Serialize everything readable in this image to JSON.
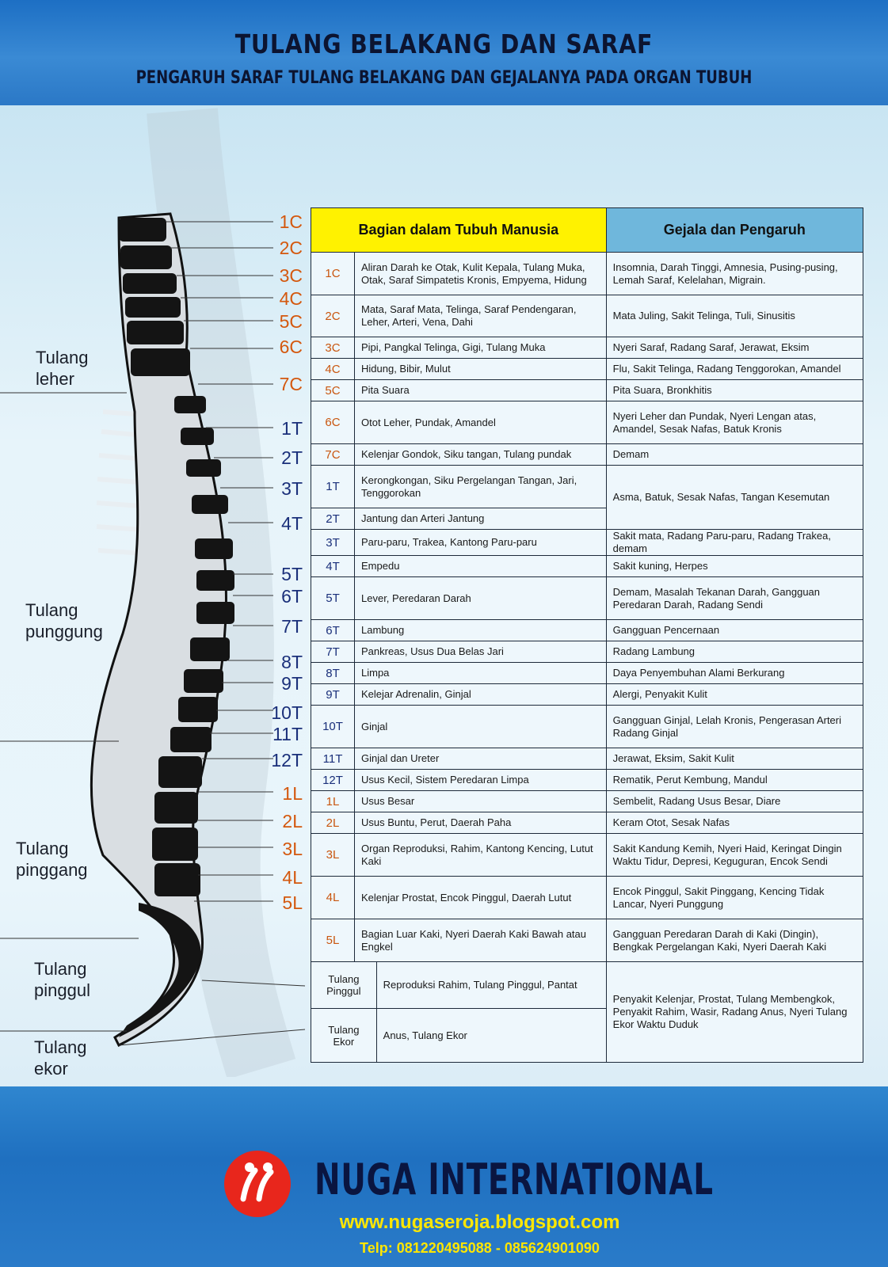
{
  "header": {
    "title": "TULANG BELAKANG DAN SARAF",
    "subtitle": "PENGARUH SARAF TULANG BELAKANG DAN GEJALANYA PADA ORGAN TUBUH"
  },
  "regions": {
    "neck": [
      "Tulang",
      "leher"
    ],
    "back": [
      "Tulang",
      "punggung"
    ],
    "waist": [
      "Tulang",
      "pinggang"
    ],
    "hip": [
      "Tulang",
      "pinggul"
    ],
    "tail": [
      "Tulang",
      "ekor"
    ]
  },
  "vertebra_labels": [
    "1C",
    "2C",
    "3C",
    "4C",
    "5C",
    "6C",
    "7C",
    "1T",
    "2T",
    "3T",
    "4T",
    "5T",
    "6T",
    "7T",
    "8T",
    "9T",
    "10T",
    "11T",
    "12T",
    "1L",
    "2L",
    "3L",
    "4L",
    "5L"
  ],
  "table": {
    "col1_header": "Bagian dalam Tubuh Manusia",
    "col2_header": "Gejala dan Pengaruh",
    "rows": [
      {
        "code": "1C",
        "part": "Aliran Darah ke Otak, Kulit Kepala, Tulang Muka, Otak, Saraf Simpatetis Kronis, Empyema, Hidung",
        "symptom": "Insomnia, Darah Tinggi, Amnesia, Pusing-pusing, Lemah Saraf, Kelelahan, Migrain."
      },
      {
        "code": "2C",
        "part": "Mata, Saraf Mata, Telinga, Saraf Pendengaran, Leher, Arteri, Vena, Dahi",
        "symptom": "Mata Juling, Sakit Telinga, Tuli, Sinusitis"
      },
      {
        "code": "3C",
        "part": "Pipi, Pangkal Telinga, Gigi, Tulang Muka",
        "symptom": "Nyeri Saraf, Radang Saraf, Jerawat, Eksim"
      },
      {
        "code": "4C",
        "part": "Hidung, Bibir, Mulut",
        "symptom": "Flu, Sakit Telinga, Radang Tenggorokan, Amandel"
      },
      {
        "code": "5C",
        "part": "Pita Suara",
        "symptom": "Pita Suara, Bronkhitis"
      },
      {
        "code": "6C",
        "part": "Otot Leher, Pundak, Amandel",
        "symptom": "Nyeri Leher dan Pundak, Nyeri Lengan atas, Amandel, Sesak Nafas, Batuk Kronis"
      },
      {
        "code": "7C",
        "part": "Kelenjar Gondok, Siku tangan, Tulang pundak",
        "symptom": "Demam"
      },
      {
        "code": "1T",
        "part": "Kerongkongan, Siku Pergelangan Tangan, Jari, Tenggorokan",
        "symptom": "Asma, Batuk, Sesak Nafas, Tangan Kesemutan"
      },
      {
        "code": "2T",
        "part": "Jantung dan Arteri Jantung",
        "symptom": ""
      },
      {
        "code": "3T",
        "part": "Paru-paru, Trakea, Kantong Paru-paru",
        "symptom": "Sakit mata, Radang Paru-paru, Radang Trakea, demam"
      },
      {
        "code": "4T",
        "part": "Empedu",
        "symptom": "Sakit kuning, Herpes"
      },
      {
        "code": "5T",
        "part": "Lever, Peredaran Darah",
        "symptom": "Demam, Masalah Tekanan Darah, Gangguan Peredaran Darah, Radang Sendi"
      },
      {
        "code": "6T",
        "part": "Lambung",
        "symptom": "Gangguan Pencernaan"
      },
      {
        "code": "7T",
        "part": "Pankreas, Usus Dua Belas Jari",
        "symptom": "Radang Lambung"
      },
      {
        "code": "8T",
        "part": "Limpa",
        "symptom": "Daya Penyembuhan Alami Berkurang"
      },
      {
        "code": "9T",
        "part": "Kelejar Adrenalin, Ginjal",
        "symptom": "Alergi, Penyakit Kulit"
      },
      {
        "code": "10T",
        "part": "Ginjal",
        "symptom": "Gangguan Ginjal, Lelah Kronis, Pengerasan Arteri Radang Ginjal"
      },
      {
        "code": "11T",
        "part": "Ginjal dan Ureter",
        "symptom": "Jerawat, Eksim, Sakit Kulit"
      },
      {
        "code": "12T",
        "part": "Usus Kecil, Sistem Peredaran Limpa",
        "symptom": "Rematik, Perut Kembung, Mandul"
      },
      {
        "code": "1L",
        "part": "Usus Besar",
        "symptom": "Sembelit, Radang Usus Besar, Diare"
      },
      {
        "code": "2L",
        "part": "Usus Buntu, Perut, Daerah Paha",
        "symptom": "Keram Otot, Sesak Nafas"
      },
      {
        "code": "3L",
        "part": "Organ Reproduksi, Rahim, Kantong Kencing, Lutut Kaki",
        "symptom": "Sakit Kandung Kemih, Nyeri Haid, Keringat Dingin Waktu Tidur, Depresi, Keguguran, Encok Sendi"
      },
      {
        "code": "4L",
        "part": "Kelenjar Prostat, Encok Pinggul, Daerah Lutut",
        "symptom": "Encok Pinggul, Sakit Pinggang, Kencing Tidak Lancar, Nyeri Punggung"
      },
      {
        "code": "5L",
        "part": "Bagian Luar Kaki, Nyeri Daerah Kaki Bawah atau Engkel",
        "symptom": "Gangguan Peredaran Darah di Kaki (Dingin), Bengkak Pergelangan Kaki, Nyeri Daerah Kaki"
      }
    ],
    "bottom": {
      "hip_label": "Tulang Pinggul",
      "hip_part": "Reproduksi Rahim, Tulang Pinggul, Pantat",
      "tail_label": "Tulang Ekor",
      "tail_part": "Anus, Tulang Ekor",
      "symptom": "Penyakit Kelenjar, Prostat, Tulang Membengkok, Penyakit Rahim, Wasir, Radang Anus, Nyeri Tulang Ekor Waktu Duduk"
    }
  },
  "footer": {
    "brand": "NUGA INTERNATIONAL",
    "website": "www.nugaseroja.blogspot.com",
    "phone": "Telp: 081220495088  -  085624901090"
  },
  "colors": {
    "header_blue": "#2b78c6",
    "col1_header_bg": "#fff200",
    "col2_header_bg": "#6fb7dc",
    "cervical_lumbar": "#d4580e",
    "thoracic": "#1a2f7a",
    "footer_text": "#ffe600"
  }
}
